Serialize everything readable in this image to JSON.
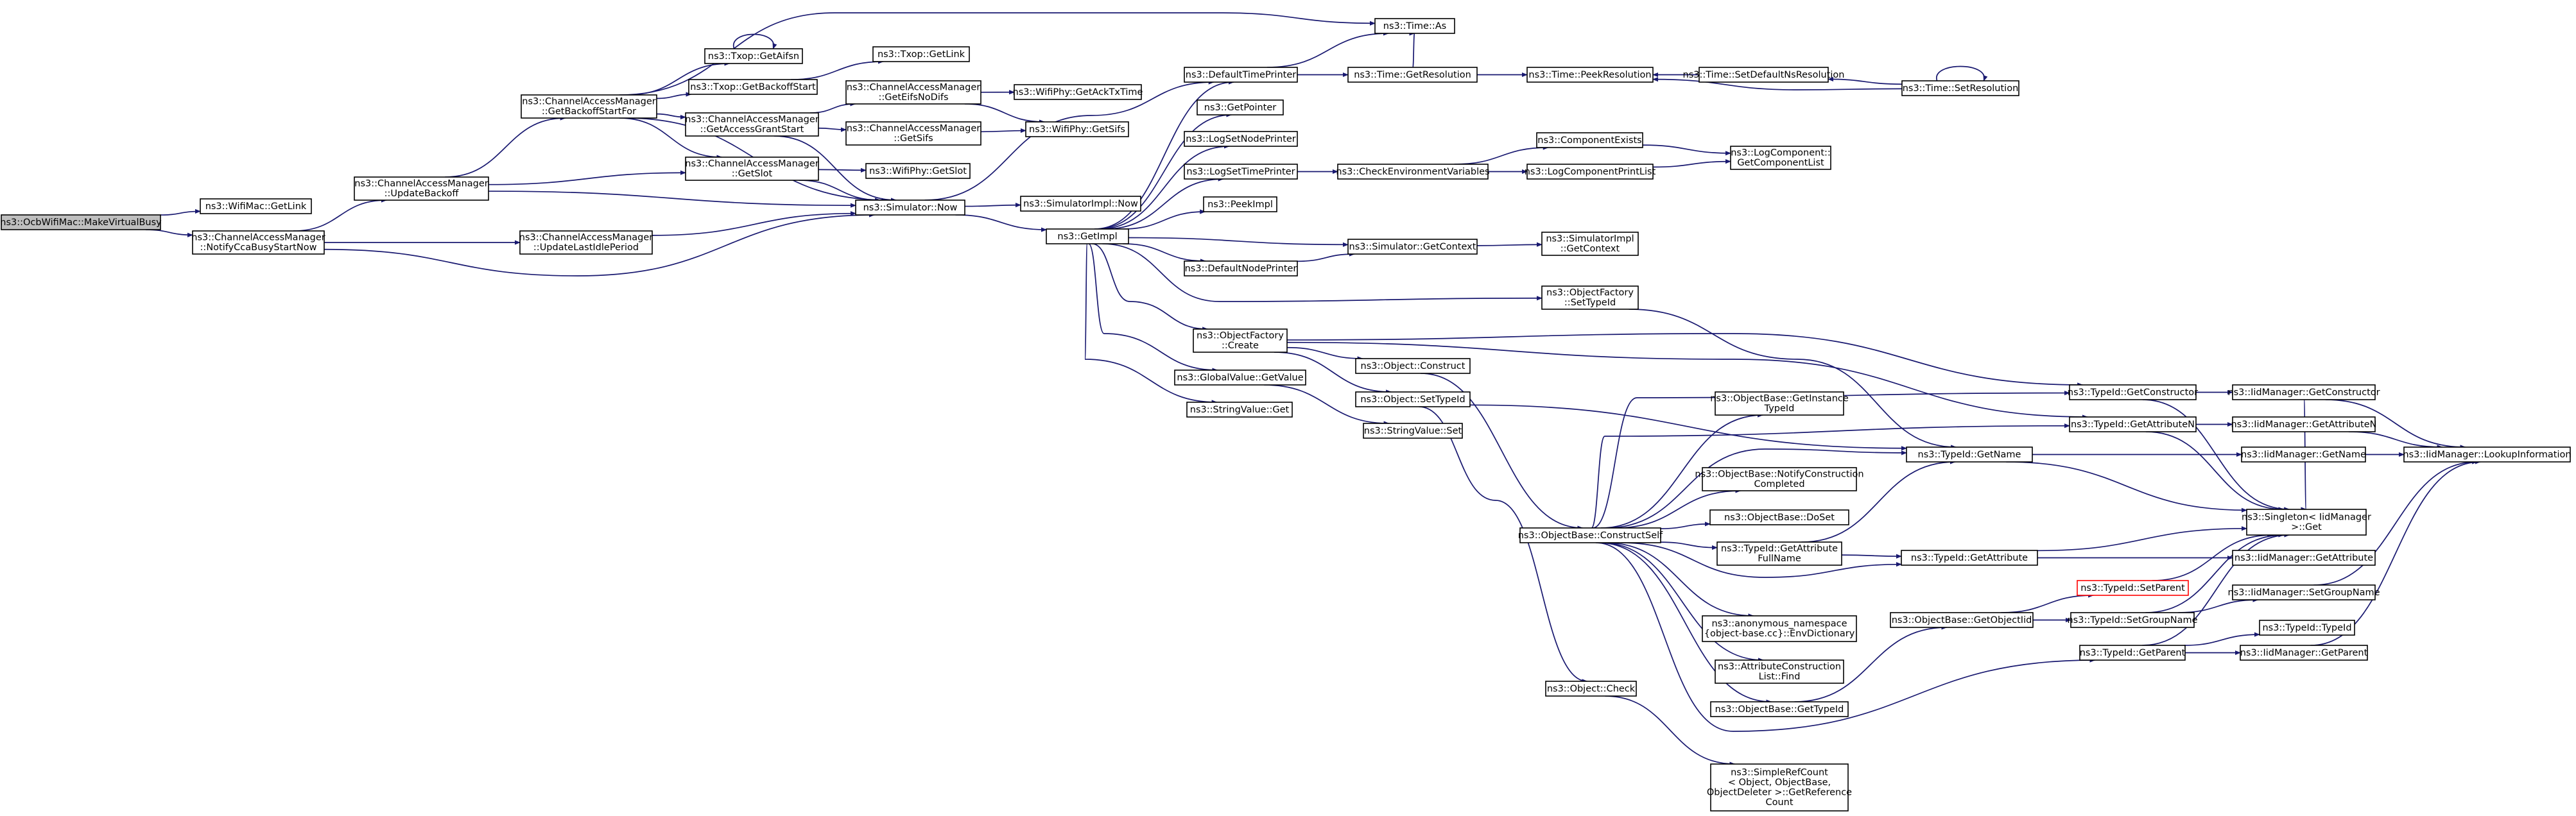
{
  "graph": {
    "edge_color": "#191970",
    "root_fill": "#bfbfbf",
    "highlight_border": "#ff0000",
    "nodes": [
      {
        "id": "n0",
        "lines": [
          "ns3::OcbWifiMac::MakeVirtualBusy"
        ],
        "style": "root"
      },
      {
        "id": "n1",
        "lines": [
          "ns3::WifiMac::GetLink"
        ]
      },
      {
        "id": "n2",
        "lines": [
          "ns3::ChannelAccessManager",
          "::NotifyCcaBusyStartNow"
        ]
      },
      {
        "id": "n3",
        "lines": [
          "ns3::ChannelAccessManager",
          "::UpdateBackoff"
        ]
      },
      {
        "id": "n4",
        "lines": [
          "ns3::ChannelAccessManager",
          "::UpdateLastIdlePeriod"
        ]
      },
      {
        "id": "n5",
        "lines": [
          "ns3::ChannelAccessManager",
          "::GetBackoffStartFor"
        ]
      },
      {
        "id": "n6",
        "lines": [
          "ns3::ChannelAccessManager",
          "::GetSlot"
        ]
      },
      {
        "id": "n7",
        "lines": [
          "ns3::Simulator::Now"
        ]
      },
      {
        "id": "n8",
        "lines": [
          "ns3::Txop::GetAifsn"
        ]
      },
      {
        "id": "n9",
        "lines": [
          "ns3::Txop::GetBackoffStart"
        ]
      },
      {
        "id": "n10",
        "lines": [
          "ns3::ChannelAccessManager",
          "::GetAccessGrantStart"
        ]
      },
      {
        "id": "n11",
        "lines": [
          "ns3::Txop::GetLink"
        ]
      },
      {
        "id": "n12",
        "lines": [
          "ns3::ChannelAccessManager",
          "::GetEifsNoDifs"
        ]
      },
      {
        "id": "n13",
        "lines": [
          "ns3::ChannelAccessManager",
          "::GetSifs"
        ]
      },
      {
        "id": "n14",
        "lines": [
          "ns3::WifiPhy::GetSlot"
        ]
      },
      {
        "id": "n15",
        "lines": [
          "ns3::WifiPhy::GetAckTxTime"
        ]
      },
      {
        "id": "n16",
        "lines": [
          "ns3::WifiPhy::GetSifs"
        ]
      },
      {
        "id": "n17",
        "lines": [
          "ns3::SimulatorImpl::Now"
        ]
      },
      {
        "id": "n18",
        "lines": [
          "ns3::GetImpl"
        ]
      },
      {
        "id": "n19",
        "lines": [
          "ns3::Time::As"
        ]
      },
      {
        "id": "n20",
        "lines": [
          "ns3::DefaultTimePrinter"
        ]
      },
      {
        "id": "n21",
        "lines": [
          "ns3::GetPointer"
        ]
      },
      {
        "id": "n22",
        "lines": [
          "ns3::LogSetNodePrinter"
        ]
      },
      {
        "id": "n23",
        "lines": [
          "ns3::LogSetTimePrinter"
        ]
      },
      {
        "id": "n24",
        "lines": [
          "ns3::PeekImpl"
        ]
      },
      {
        "id": "n25",
        "lines": [
          "ns3::DefaultNodePrinter"
        ]
      },
      {
        "id": "n26",
        "lines": [
          "ns3::ObjectFactory",
          "::Create"
        ]
      },
      {
        "id": "n27",
        "lines": [
          "ns3::GlobalValue::GetValue"
        ]
      },
      {
        "id": "n28",
        "lines": [
          "ns3::StringValue::Get"
        ]
      },
      {
        "id": "n29",
        "lines": [
          "ns3::Time::GetResolution"
        ]
      },
      {
        "id": "n30",
        "lines": [
          "ns3::Time::PeekResolution"
        ]
      },
      {
        "id": "n31",
        "lines": [
          "ns3::Time::SetDefaultNsResolution"
        ]
      },
      {
        "id": "n32",
        "lines": [
          "ns3::Time::SetResolution"
        ]
      },
      {
        "id": "n33",
        "lines": [
          "ns3::CheckEnvironmentVariables"
        ]
      },
      {
        "id": "n34",
        "lines": [
          "ns3::ComponentExists"
        ]
      },
      {
        "id": "n35",
        "lines": [
          "ns3::LogComponentPrintList"
        ]
      },
      {
        "id": "n36",
        "lines": [
          "ns3::LogComponent::",
          "GetComponentList"
        ]
      },
      {
        "id": "n37",
        "lines": [
          "ns3::Simulator::GetContext"
        ]
      },
      {
        "id": "n38",
        "lines": [
          "ns3::SimulatorImpl",
          "::GetContext"
        ]
      },
      {
        "id": "n39",
        "lines": [
          "ns3::ObjectFactory",
          "::SetTypeId"
        ]
      },
      {
        "id": "n40",
        "lines": [
          "ns3::Object::Construct"
        ]
      },
      {
        "id": "n41",
        "lines": [
          "ns3::Object::SetTypeId"
        ]
      },
      {
        "id": "n42",
        "lines": [
          "ns3::StringValue::Set"
        ]
      },
      {
        "id": "n43",
        "lines": [
          "ns3::ObjectBase::ConstructSelf"
        ]
      },
      {
        "id": "n44",
        "lines": [
          "ns3::Object::Check"
        ]
      },
      {
        "id": "n45",
        "lines": [
          "ns3::ObjectBase::GetInstance",
          "TypeId"
        ]
      },
      {
        "id": "n46",
        "lines": [
          "ns3::ObjectBase::NotifyConstruction",
          "Completed"
        ]
      },
      {
        "id": "n47",
        "lines": [
          "ns3::ObjectBase::DoSet"
        ]
      },
      {
        "id": "n48",
        "lines": [
          "ns3::TypeId::GetAttribute",
          "FullName"
        ]
      },
      {
        "id": "n49",
        "lines": [
          "ns3::anonymous_namespace",
          "{object-base.cc}::EnvDictionary"
        ]
      },
      {
        "id": "n50",
        "lines": [
          "ns3::AttributeConstruction",
          "List::Find"
        ]
      },
      {
        "id": "n51",
        "lines": [
          "ns3::ObjectBase::GetTypeId"
        ]
      },
      {
        "id": "n52",
        "lines": [
          "ns3::SimpleRefCount",
          "< Object, ObjectBase,",
          " ObjectDeleter >::GetReference",
          "Count"
        ]
      },
      {
        "id": "n53",
        "lines": [
          "ns3::TypeId::GetConstructor"
        ]
      },
      {
        "id": "n54",
        "lines": [
          "ns3::TypeId::GetAttributeN"
        ]
      },
      {
        "id": "n55",
        "lines": [
          "ns3::TypeId::GetName"
        ]
      },
      {
        "id": "n56",
        "lines": [
          "ns3::TypeId::GetAttribute"
        ]
      },
      {
        "id": "n57",
        "lines": [
          "ns3::ObjectBase::GetObjectIid"
        ]
      },
      {
        "id": "n58",
        "lines": [
          "ns3::TypeId::SetParent"
        ],
        "style": "red"
      },
      {
        "id": "n59",
        "lines": [
          "ns3::TypeId::SetGroupName"
        ]
      },
      {
        "id": "n60",
        "lines": [
          "ns3::TypeId::GetParent"
        ]
      },
      {
        "id": "n61",
        "lines": [
          "ns3::IidManager::GetConstructor"
        ]
      },
      {
        "id": "n62",
        "lines": [
          "ns3::IidManager::GetAttributeN"
        ]
      },
      {
        "id": "n63",
        "lines": [
          "ns3::IidManager::GetName"
        ]
      },
      {
        "id": "n64",
        "lines": [
          "ns3::IidManager::LookupInformation"
        ]
      },
      {
        "id": "n65",
        "lines": [
          "ns3::Singleton< IidManager",
          " >::Get"
        ]
      },
      {
        "id": "n66",
        "lines": [
          "ns3::IidManager::GetAttribute"
        ]
      },
      {
        "id": "n67",
        "lines": [
          "ns3::IidManager::SetGroupName"
        ]
      },
      {
        "id": "n68",
        "lines": [
          "ns3::TypeId::TypeId"
        ]
      },
      {
        "id": "n69",
        "lines": [
          "ns3::IidManager::GetParent"
        ]
      }
    ]
  }
}
